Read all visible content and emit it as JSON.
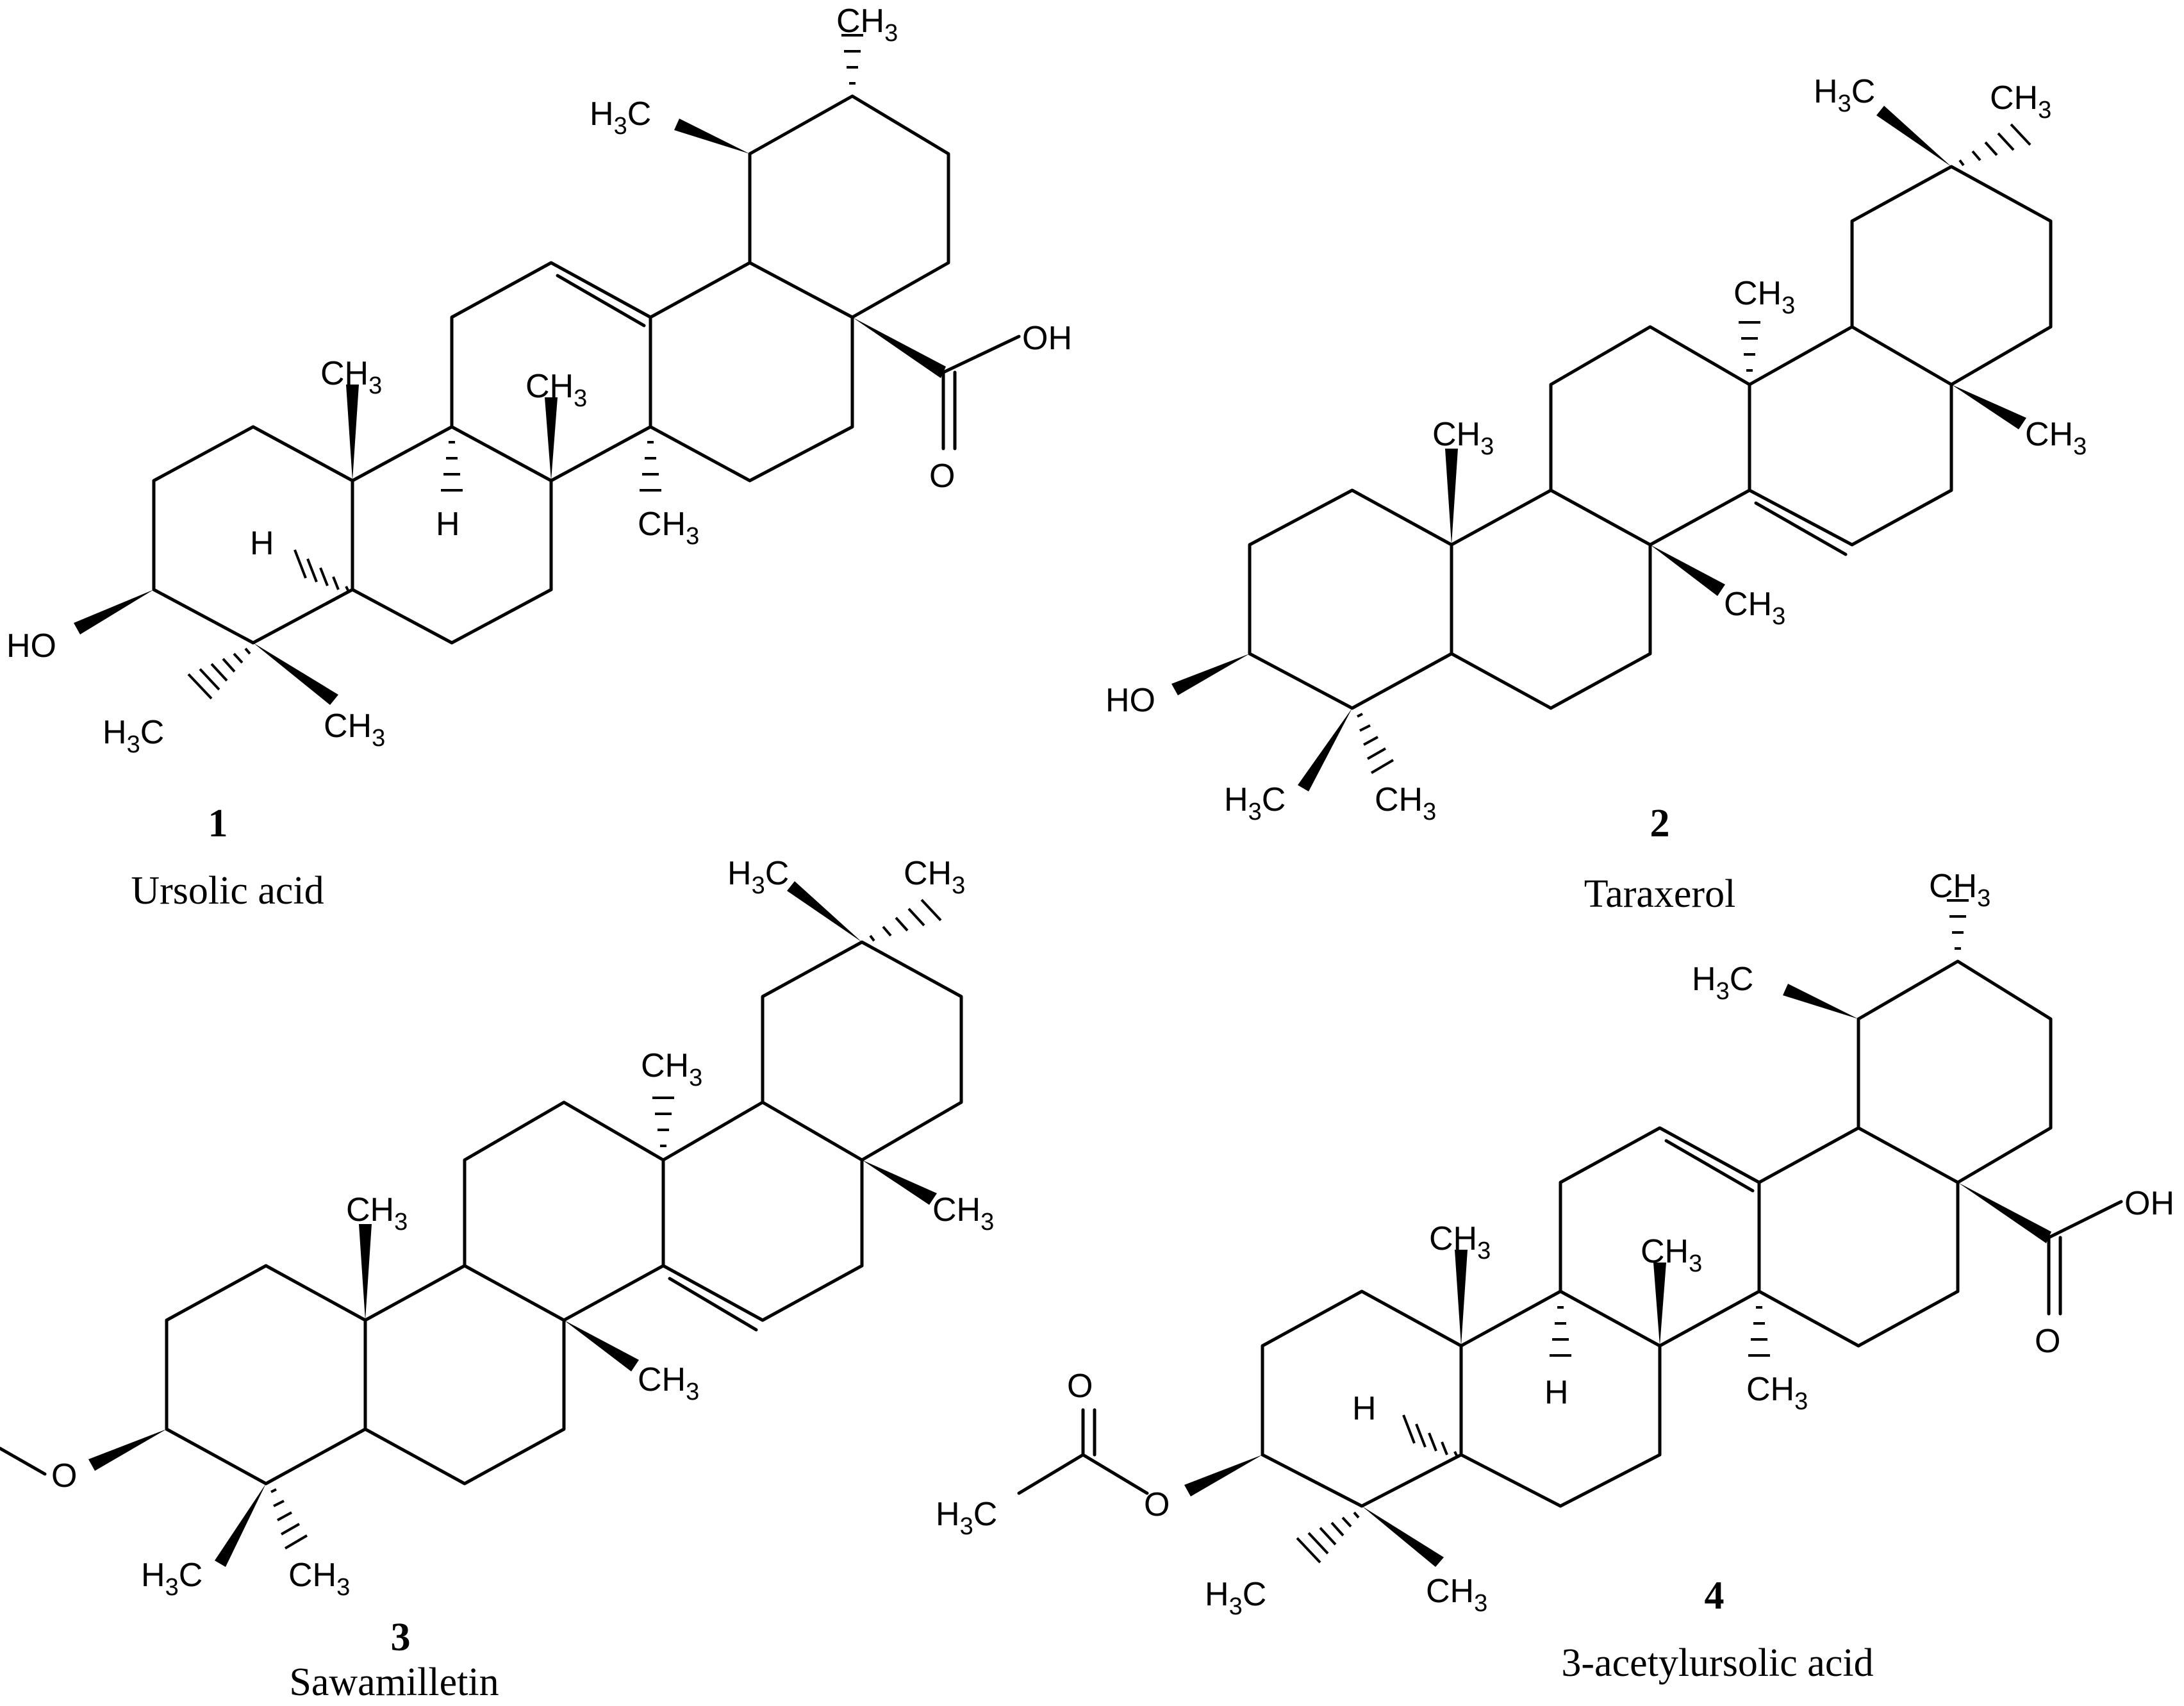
{
  "figure": {
    "compounds": [
      {
        "number": "1",
        "name": "Ursolic acid"
      },
      {
        "number": "2",
        "name": "Taraxerol"
      },
      {
        "number": "3",
        "name": "Sawamilletin"
      },
      {
        "number": "4",
        "name": "3-acetylursolic acid"
      }
    ],
    "labels": {
      "ch3": "CH",
      "h3c": "H",
      "sub3": "3",
      "c": "C",
      "ho": "HO",
      "oh": "OH",
      "o": "O",
      "h": "H"
    }
  }
}
